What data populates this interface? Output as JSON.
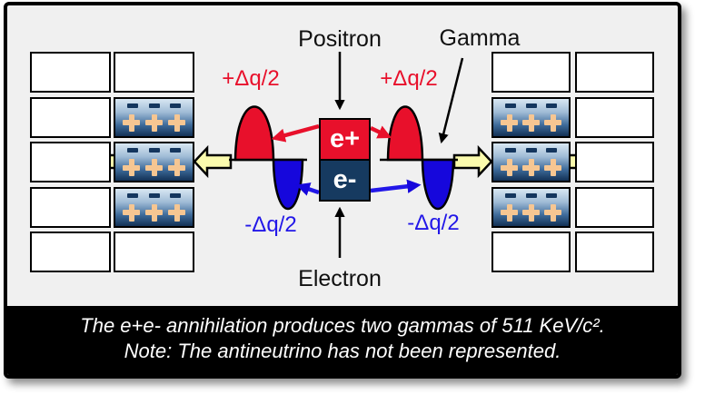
{
  "figure": {
    "labels": {
      "positron": "Positron",
      "gamma": "Gamma",
      "electron": "Electron",
      "positron_symbol": "e+",
      "electron_symbol": "e-",
      "charge_plus_left": "+Δq/2",
      "charge_plus_right": "+Δq/2",
      "charge_minus_left": "-Δq/2",
      "charge_minus_right": "-Δq/2"
    },
    "caption": {
      "line1": "The e+e- annihilation produces two gammas of 511 KeV/c².",
      "line2": "Note: The antineutrino has not been represented."
    }
  },
  "grids": {
    "left": {
      "columns": [
        [
          "empty",
          "empty",
          "empty",
          "empty",
          "empty"
        ],
        [
          "empty",
          "charged",
          "charged",
          "charged",
          "empty"
        ]
      ]
    },
    "right": {
      "columns": [
        [
          "empty",
          "charged",
          "charged",
          "charged",
          "empty"
        ],
        [
          "empty",
          "empty",
          "empty",
          "empty",
          "empty"
        ]
      ]
    }
  },
  "charged_cell": {
    "minus_count": 3,
    "plus_count": 3
  },
  "colors": {
    "positron_red": "#E8102B",
    "electron_navy": "#163A60",
    "wave_blue": "#1607DC",
    "accent_blue": "#2217E8",
    "arrow_yellow": "#FBFBAD",
    "background_gray": "#F0F0F0",
    "plus_peach": "#F6C692",
    "minus_navy": "#14365E",
    "cell_gradient_top": "#D9E7F3",
    "cell_gradient_bottom": "#123156",
    "outline_black": "#000000"
  }
}
